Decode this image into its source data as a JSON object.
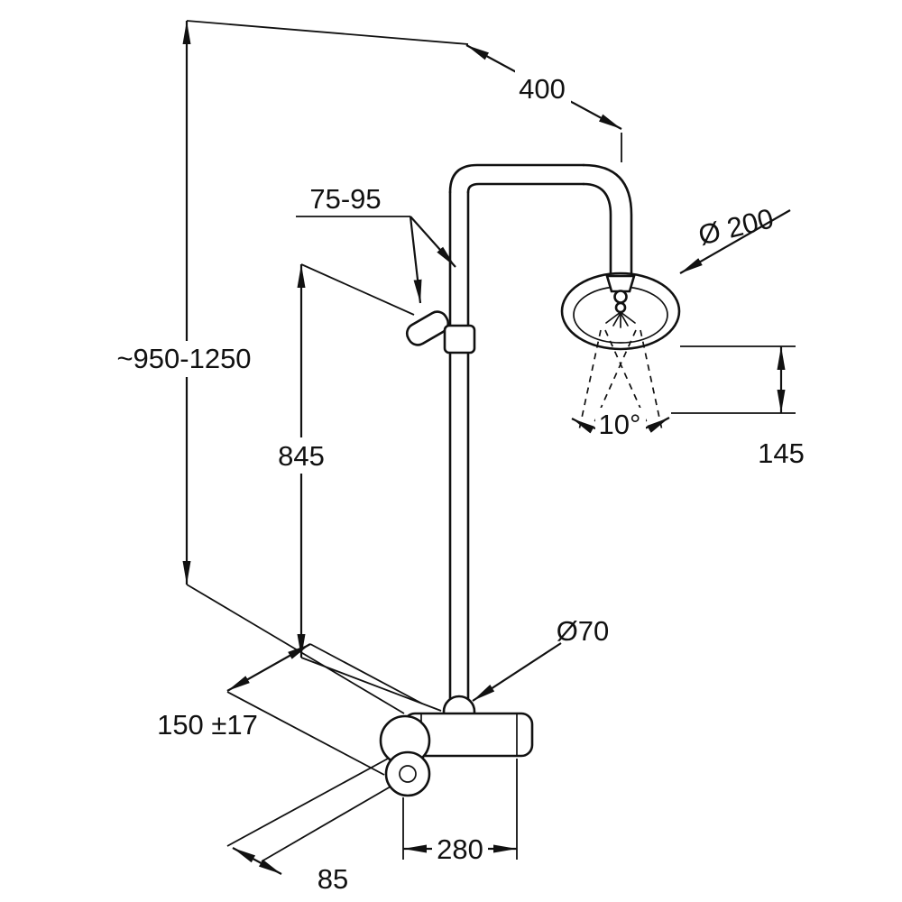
{
  "drawing": {
    "background_color": "#ffffff",
    "line_color": "#111111",
    "dimensions": {
      "arm_reach": "400",
      "slider_range": "75-95",
      "head_diameter": "Ø 200",
      "overall_height": "~950-1250",
      "riser_height": "845",
      "spray_angle": "10°",
      "head_drop": "145",
      "escutcheon_diameter": "Ø70",
      "inlet_spacing": "150 ±17",
      "valve_width": "280",
      "wall_offset": "85"
    }
  }
}
